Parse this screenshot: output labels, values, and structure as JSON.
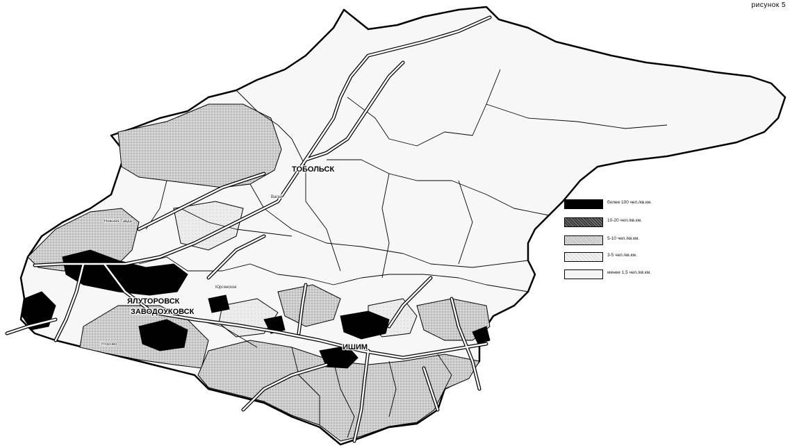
{
  "corner_text": "рисунок 5",
  "map": {
    "cities": [
      {
        "id": "tobolsk",
        "label": "ТОБОЛЬСК"
      },
      {
        "id": "yalutorovsk",
        "label": "ЯЛУТОРОВСК"
      },
      {
        "id": "zavodoukovsk",
        "label": "ЗАВОДОУКОВСК"
      },
      {
        "id": "ishim",
        "label": "ИШИМ"
      }
    ],
    "towns": [
      {
        "id": "nizhnyaya-tavda",
        "label": "Нижняя Тавда"
      },
      {
        "id": "yurginskoe",
        "label": "Юргинское"
      },
      {
        "id": "uporovo",
        "label": "Упорово"
      },
      {
        "id": "vagai",
        "label": "Вагай"
      }
    ]
  },
  "legend": {
    "items": [
      {
        "label": "более 100 чел./кв.км.",
        "fill": "#000000",
        "pattern": "solid"
      },
      {
        "label": "10-20 чел./кв.км.",
        "fill": "#4a4a4a",
        "pattern": "dark-dots"
      },
      {
        "label": "5-10 чел./кв.км.",
        "fill": "#c7c7c7",
        "pattern": "light-dots"
      },
      {
        "label": "3-5 чел./кв.км.",
        "fill": "#e4e4e4",
        "pattern": "fine-dots"
      },
      {
        "label": "менее 1,5 чел./кв.км.",
        "fill": "#f4f4f4",
        "pattern": "plain"
      }
    ]
  },
  "colors": {
    "outline": "#000000",
    "high_density": "#000000",
    "medium_density": "#bdbdbd",
    "low_density": "#ffffff",
    "river": "#ffffff"
  }
}
